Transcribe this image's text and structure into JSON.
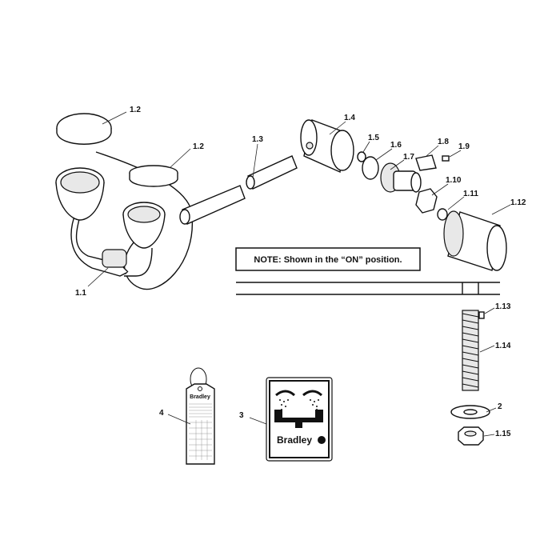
{
  "labels": {
    "cap_a": "1.2",
    "cap_b": "1.2",
    "pipe": "1.3",
    "body": "1.4",
    "p15": "1.5",
    "p16": "1.6",
    "p17": "1.7",
    "p18": "1.8",
    "p19": "1.9",
    "p110": "1.10",
    "p111": "1.11",
    "p112": "1.12",
    "p11": "1.1",
    "p113": "1.13",
    "p114": "1.14",
    "p2": "2",
    "p115": "1.15",
    "p4": "4",
    "p3": "3"
  },
  "note": "NOTE: Shown in the “ON” position.",
  "sign_brand": "Bradley",
  "tag_brand": "Bradley"
}
